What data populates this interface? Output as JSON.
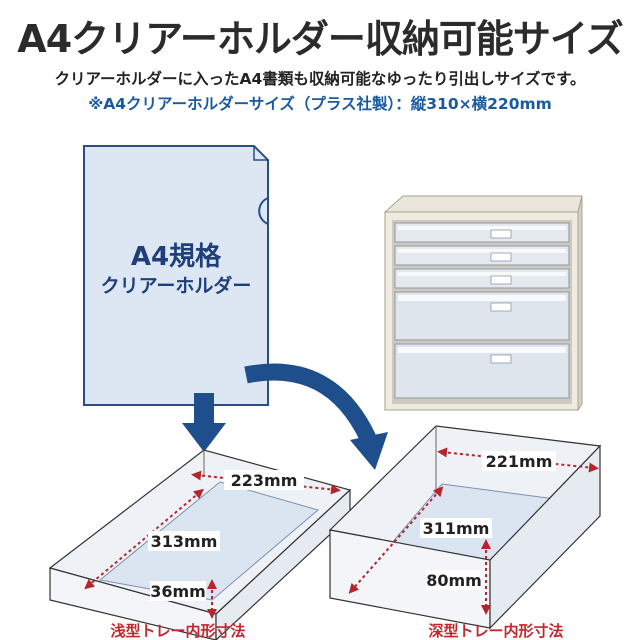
{
  "header": {
    "title": "A4クリアーホルダー収納可能サイズ",
    "description": "クリアーホルダーに入ったA4書類も収納可能なゆったり引出しサイズです。",
    "note": "※A4クリアーホルダーサイズ（プラス社製）：縦310×横220mm"
  },
  "folder": {
    "label_line1": "A4規格",
    "label_line2": "クリアーホルダー"
  },
  "shallow_tray": {
    "width": "223mm",
    "depth": "313mm",
    "height": "36mm",
    "caption": "浅型トレー内形寸法"
  },
  "deep_tray": {
    "width": "221mm",
    "depth": "311mm",
    "height": "80mm",
    "caption": "深型トレー内形寸法"
  },
  "colors": {
    "dimension": "#b3262e",
    "arrow": "#1f4e8c",
    "folder_fill": "#dce6f3",
    "folder_border": "#2b4d86"
  }
}
